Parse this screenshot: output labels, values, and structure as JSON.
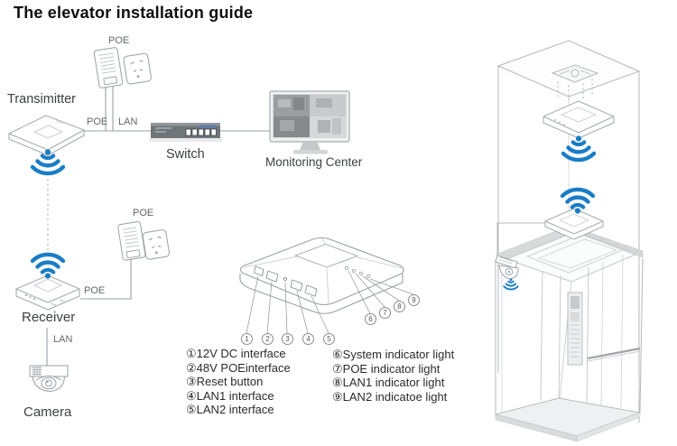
{
  "title": "The elevator installation guide",
  "diagram": {
    "labels": {
      "transmitter": "Transimitter",
      "poe_injector_top": "POE",
      "poe_cable": "POE",
      "lan_cable": "LAN",
      "switch": "Switch",
      "monitoring_center": "Monitoring Center",
      "poe_injector_mid": "POE",
      "receiver_poe": "POE",
      "receiver": "Receiver",
      "receiver_lan": "LAN",
      "camera": "Camera"
    },
    "callouts": [
      "1",
      "2",
      "3",
      "4",
      "5",
      "6",
      "7",
      "8",
      "9"
    ],
    "legend": {
      "left": [
        "①12V DC interface",
        "②48V POEinterface",
        "③Reset button",
        "④LAN1 interface",
        "⑤LAN2 interface"
      ],
      "right": [
        "⑥System indicator light",
        "⑦POE indicator light",
        "⑧LAN1 indicator light",
        "⑨LAN2 indicatoe light"
      ]
    }
  },
  "icons": {
    "wifi": "wifi-signal",
    "poe_injector": "poe-injector",
    "wall_socket": "wall-socket",
    "switch": "ethernet-switch",
    "monitor": "cctv-monitor",
    "access_point": "ceiling-access-point",
    "camera": "dome-camera",
    "elevator": "elevator-shaft"
  },
  "colors": {
    "wifi_blue": "#1a7dc5",
    "line_gray": "#9aa0a6",
    "switch_gray": "#70757a",
    "text_dark": "#2b2b2b"
  }
}
